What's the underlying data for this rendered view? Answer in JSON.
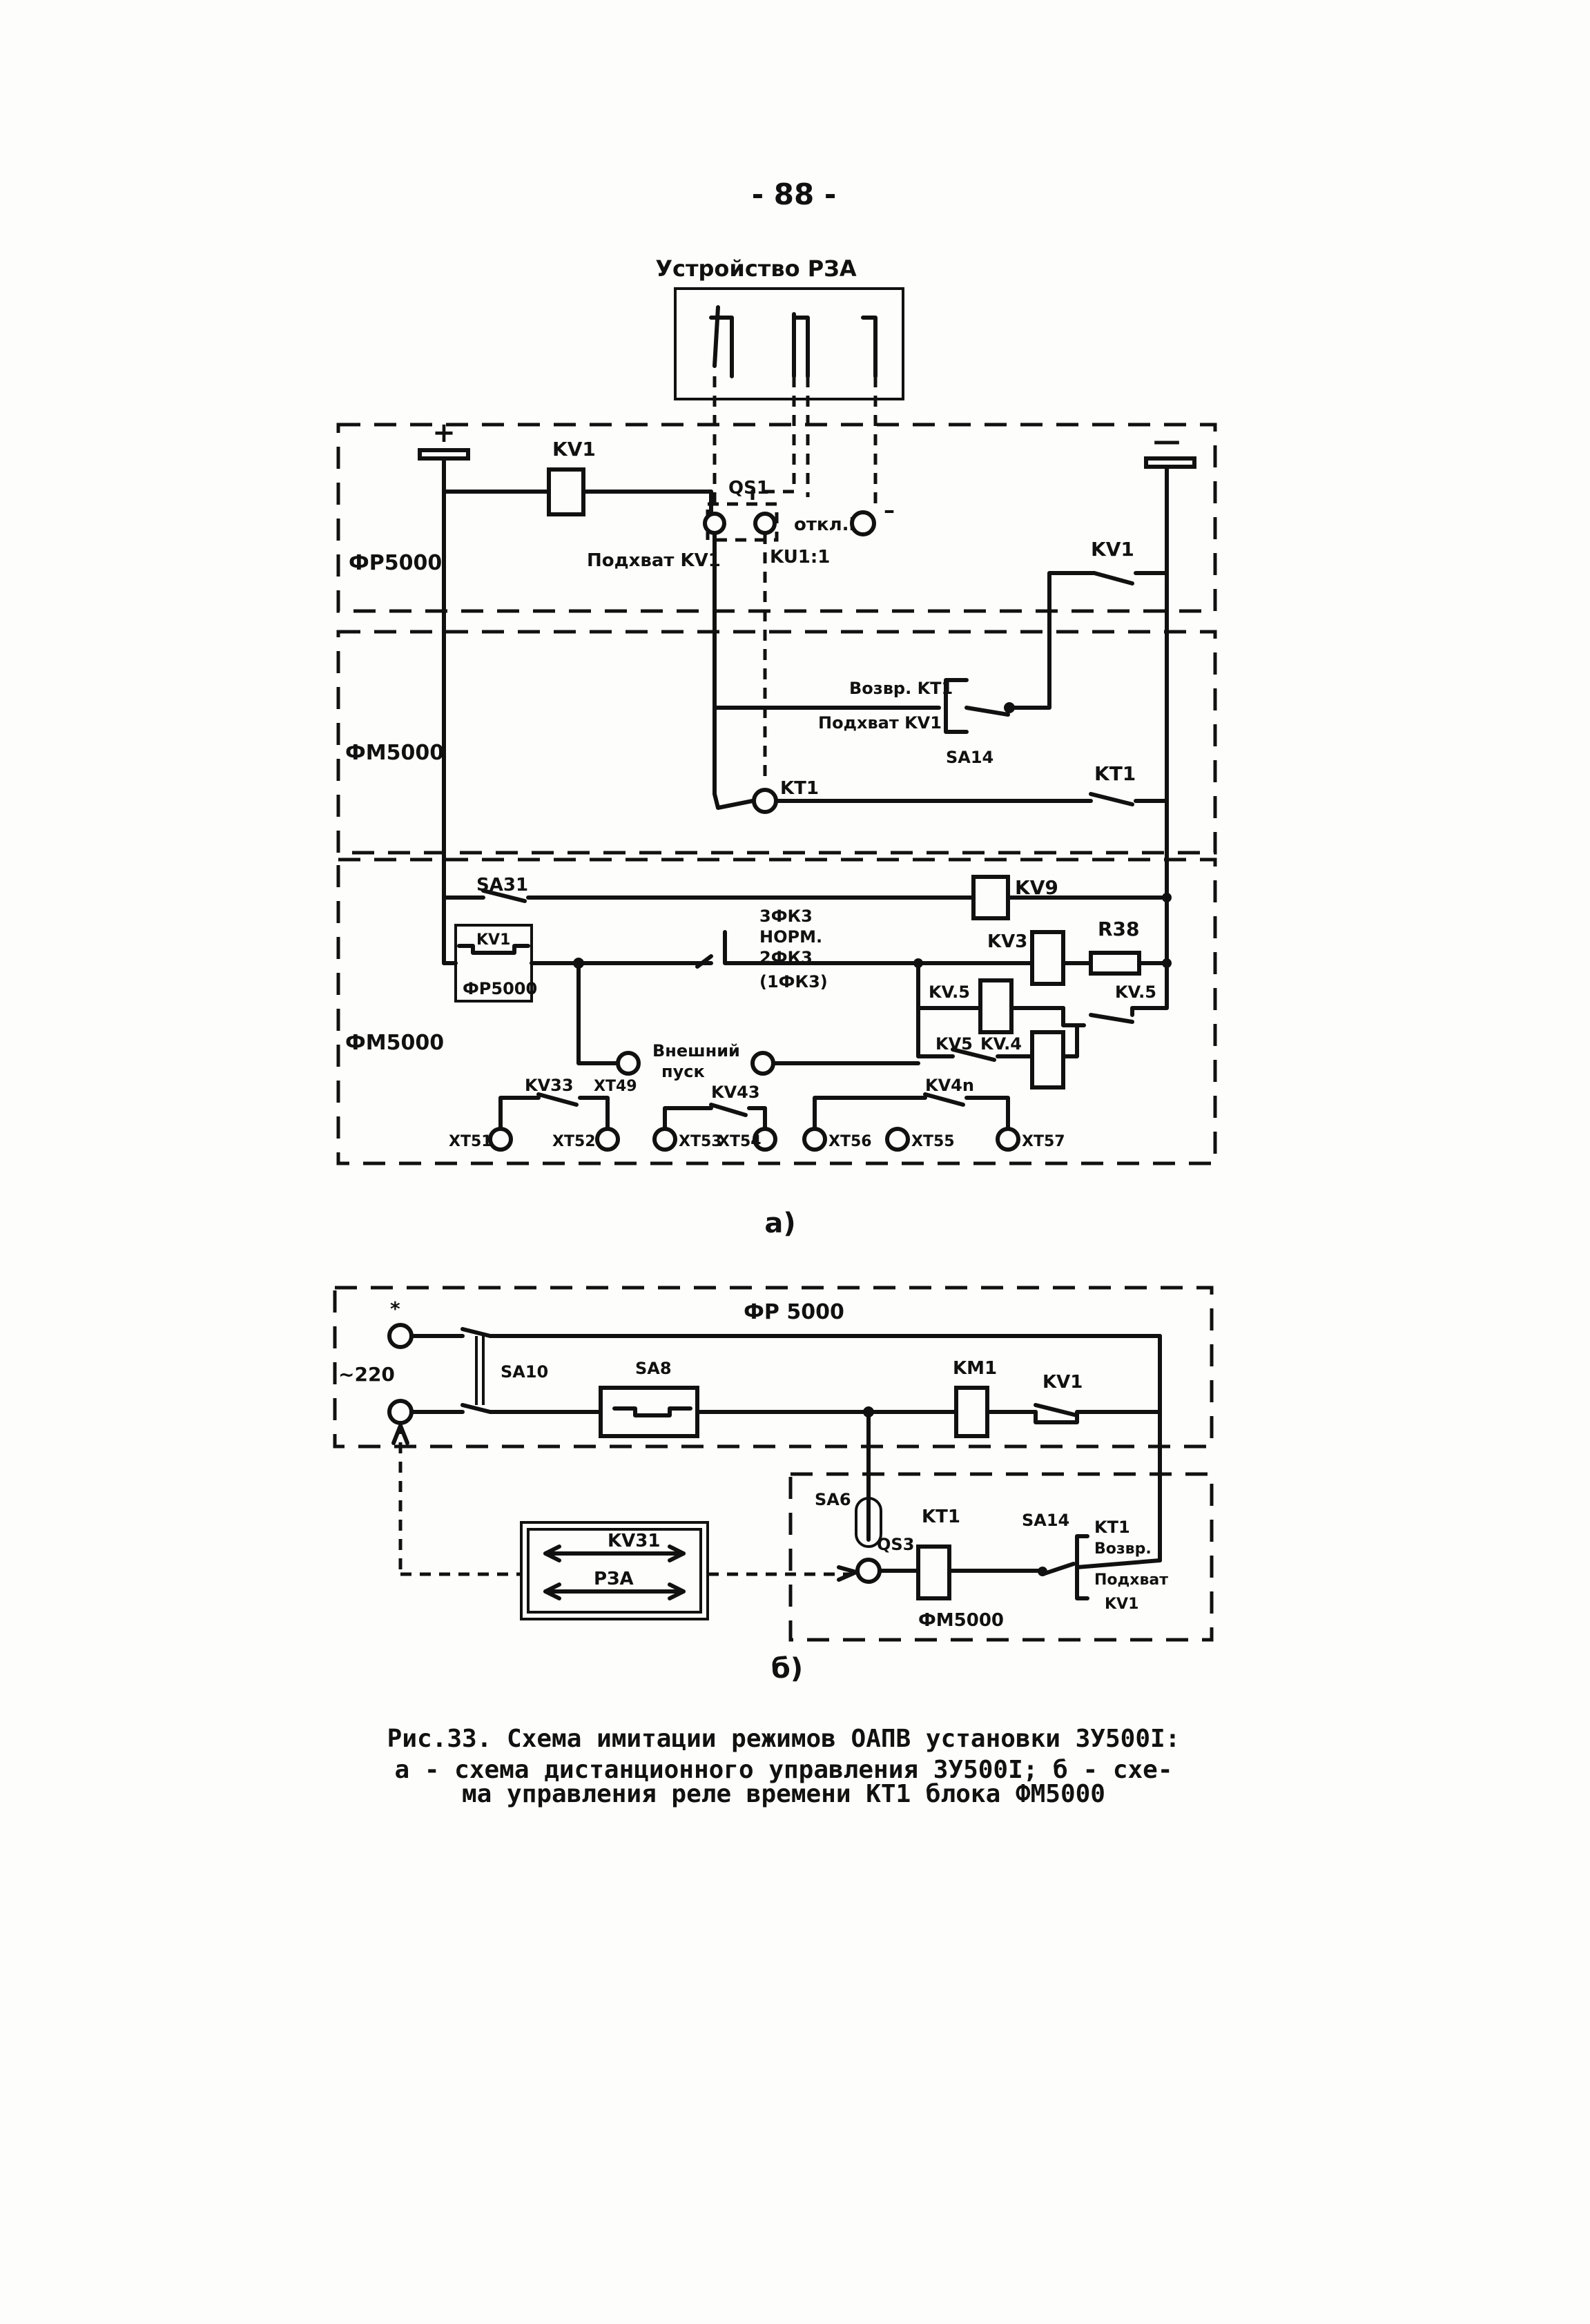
{
  "page_number": "- 88 -",
  "diagram_a": {
    "device_title": "Устройство  РЗА",
    "plus": "+",
    "minus": "—",
    "kv1_top": "KV1",
    "qs1": "QS1",
    "otkl": "откл.I",
    "minus_small": "–",
    "podhvat_kv1": "Подхват KV1",
    "ku11": "KU1:1",
    "fr5000": "ФР5000",
    "kv1_right": "KV1",
    "vozvr_kt1": "Возвр. KT1",
    "podhvat_kv1_2": "Подхват KV1",
    "sa14": "SA14",
    "fm5000_1": "ФМ5000",
    "kt1": "KT1",
    "kt1_right": "KT1",
    "sa31": "SA31",
    "kv9": "KV9",
    "kv1_box": "KV1",
    "fr5000_box": "ФР5000",
    "fk3_1": "3ФК3",
    "fk3_norm": "НОРМ.",
    "fk3_2": "2ФК3",
    "fk3_3": "(1ФК3)",
    "kv3": "KV3",
    "r38": "R38",
    "kv5_a": "KV.5",
    "kv5_b": "KV.5",
    "kv5_c": "KV5",
    "kv4": "KV.4",
    "fm5000_2": "ФМ5000",
    "vneshniy": "Внешний",
    "pusk": "пуск",
    "kv3_3": "KV33",
    "xt49": "XT49",
    "kv4_3": "KV43",
    "kv4n": "KV4n",
    "xt51": "XT51",
    "xt52": "XT52",
    "xt53": "XT53",
    "xt54": "XT54",
    "xt56": "XT56",
    "xt55": "XT55",
    "xt57": "XT57",
    "label": "а)"
  },
  "diagram_b": {
    "fr5000": "ФР 5000",
    "star": "*",
    "v220": "~220",
    "sa10": "SA10",
    "sa8": "SA8",
    "km1": "KM1",
    "kv1": "KV1",
    "sa6": "SA6",
    "qs3": "QS3",
    "kt1": "KT1",
    "sa14": "SA14",
    "kt1_r": "KT1",
    "vozvr": "Возвр.",
    "podhvat": "Подхват",
    "kv1_r": "KV1",
    "fm5000": "ФМ5000",
    "kv31": "KV31",
    "rza": "РЗА",
    "label": "б)"
  },
  "caption": {
    "line1": "Рис.33. Схема имитации режимов ОАПВ установки ЗУ500I:",
    "line2": "а - схема дистанционного управления ЗУ500I; б - схе-",
    "line3": "ма управления реле времени KT1 блока ФМ5000"
  }
}
